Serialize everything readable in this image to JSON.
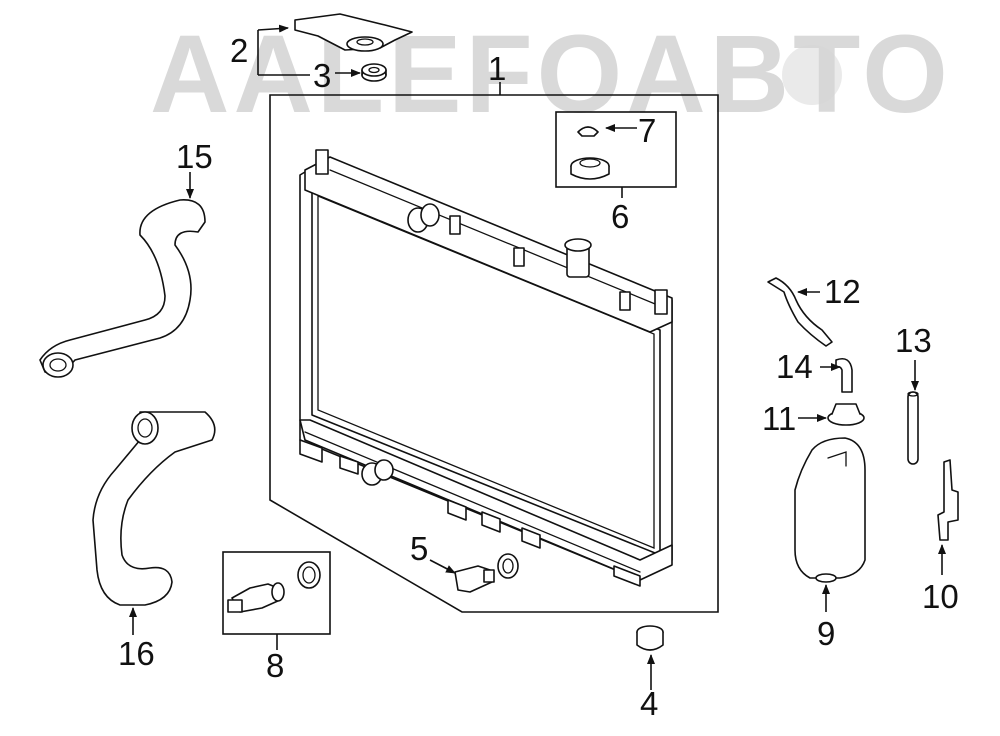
{
  "watermark": {
    "text": "AALEFOABTO"
  },
  "callouts": {
    "n1": "1",
    "n2": "2",
    "n3": "3",
    "n4": "4",
    "n5": "5",
    "n6": "6",
    "n7": "7",
    "n8": "8",
    "n9": "9",
    "n10": "10",
    "n11": "11",
    "n12": "12",
    "n13": "13",
    "n14": "14",
    "n15": "15",
    "n16": "16"
  },
  "colors": {
    "line": "#111111",
    "watermark": "#d9d9d9",
    "background": "#ffffff"
  }
}
